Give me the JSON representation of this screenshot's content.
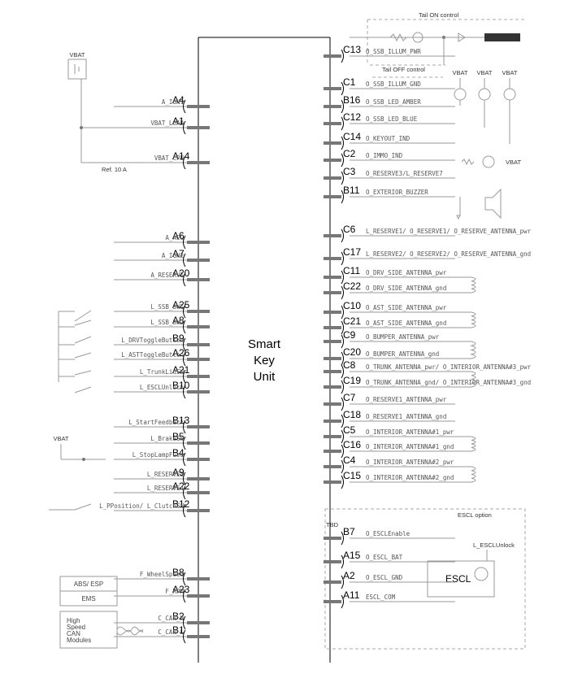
{
  "unit_label": [
    "Smart",
    "Key",
    "Unit"
  ],
  "vbat_label": "VBAT",
  "ref_label": "Ref. 10 A",
  "left_pins": [
    {
      "pin": "A4",
      "signal": "A_IGN1"
    },
    {
      "pin": "A1",
      "signal": "VBAT_LOAD"
    },
    {
      "pin": "A14",
      "signal": "VBAT_CPU"
    },
    {
      "pin": "A6",
      "signal": "A_ACC"
    },
    {
      "pin": "A7",
      "signal": "A_IGN2"
    },
    {
      "pin": "A20",
      "signal": "A_RESERVE"
    },
    {
      "pin": "A25",
      "signal": "L_SSB_SW1"
    },
    {
      "pin": "A8",
      "signal": "L_SSB_SW2"
    },
    {
      "pin": "B9",
      "signal": "L_DRVToggleButton"
    },
    {
      "pin": "A26",
      "signal": "L_ASTToggleButton"
    },
    {
      "pin": "A21",
      "signal": "L_TrunkLidSW"
    },
    {
      "pin": "B10",
      "signal": "L_ESCLUnlock"
    },
    {
      "pin": "B13",
      "signal": "L_StartFeedback"
    },
    {
      "pin": "B5",
      "signal": "L_BrakeSW"
    },
    {
      "pin": "B4",
      "signal": "L_StopLampFuse"
    },
    {
      "pin": "A9",
      "signal": "L_RESERVE3"
    },
    {
      "pin": "A22",
      "signal": "L_RESERVE4"
    },
    {
      "pin": "B12",
      "signal": "L_PPosition/ L_ClutchSW"
    },
    {
      "pin": "B8",
      "signal": "F_WheelSpeed"
    },
    {
      "pin": "A23",
      "signal": "F_RPM"
    },
    {
      "pin": "B2",
      "signal": "C_CAN_H"
    },
    {
      "pin": "B1",
      "signal": "C_CAN_L"
    }
  ],
  "right_pins": [
    {
      "pin": "C13",
      "signal": "O_SSB_ILLUM_PWR"
    },
    {
      "pin": "C1",
      "signal": "O_SSB_ILLUM_GND"
    },
    {
      "pin": "B16",
      "signal": "O_SSB_LED_AMBER"
    },
    {
      "pin": "C12",
      "signal": "O_SSB_LED_BLUE"
    },
    {
      "pin": "C14",
      "signal": "O_KEYOUT_IND"
    },
    {
      "pin": "C2",
      "signal": "O_IMMO_IND"
    },
    {
      "pin": "C3",
      "signal": "O_RESERVE3/L_RESERVE7"
    },
    {
      "pin": "B11",
      "signal": "O_EXTERIOR_BUZZER"
    },
    {
      "pin": "C6",
      "signal": "L_RESERVE1/ O_RESERVE1/ O_RESERVE_ANTENNA_pwr"
    },
    {
      "pin": "C17",
      "signal": "L_RESERVE2/ O_RESERVE2/ O_RESERVE_ANTENNA_gnd"
    },
    {
      "pin": "C11",
      "signal": "O_DRV_SIDE_ANTENNA_pwr"
    },
    {
      "pin": "C22",
      "signal": "O_DRV_SIDE_ANTENNA_gnd"
    },
    {
      "pin": "C10",
      "signal": "O_AST_SIDE_ANTENNA_pwr"
    },
    {
      "pin": "C21",
      "signal": "O_AST_SIDE_ANTENNA_gnd"
    },
    {
      "pin": "C9",
      "signal": "O_BUMPER_ANTENNA_pwr"
    },
    {
      "pin": "C20",
      "signal": "O_BUMPER_ANTENNA_gnd"
    },
    {
      "pin": "C8",
      "signal": "O_TRUNK_ANTENNA_pwr/ O_INTERIOR_ANTENNA#3_pwr"
    },
    {
      "pin": "C19",
      "signal": "O_TRUNK_ANTENNA_gnd/ O_INTERIOR_ANTENNA#3_gnd"
    },
    {
      "pin": "C7",
      "signal": "O_RESERVE1_ANTENNA_pwr"
    },
    {
      "pin": "C18",
      "signal": "O_RESERVE1_ANTENNA_gnd"
    },
    {
      "pin": "C5",
      "signal": "O_INTERIOR_ANTENNA#1_pwr"
    },
    {
      "pin": "C16",
      "signal": "O_INTERIOR_ANTENNA#1_gnd"
    },
    {
      "pin": "C4",
      "signal": "O_INTERIOR_ANTENNA#2_pwr"
    },
    {
      "pin": "C15",
      "signal": "O_INTERIOR_ANTENNA#2_gnd"
    },
    {
      "pin": "B7",
      "signal": "O_ESCLEnable"
    },
    {
      "pin": "A15",
      "signal": "O_ESCL_BAT"
    },
    {
      "pin": "A2",
      "signal": "O_ESCL_GND"
    },
    {
      "pin": "A11",
      "signal": "ESCL_COM"
    }
  ],
  "tail_on": "Tail ON control",
  "tail_off": "Tail OFF control",
  "vbat_right": "VBAT",
  "escl_option": "ESCL option",
  "escl_label": "ESCL",
  "escl_unlock": "L_ESCLUnlock",
  "tbd_label": "TBD",
  "modules": {
    "abs": "ABS/ ESP",
    "ems": "EMS",
    "can": [
      "High",
      "Speed",
      "CAN",
      "Modules"
    ]
  }
}
